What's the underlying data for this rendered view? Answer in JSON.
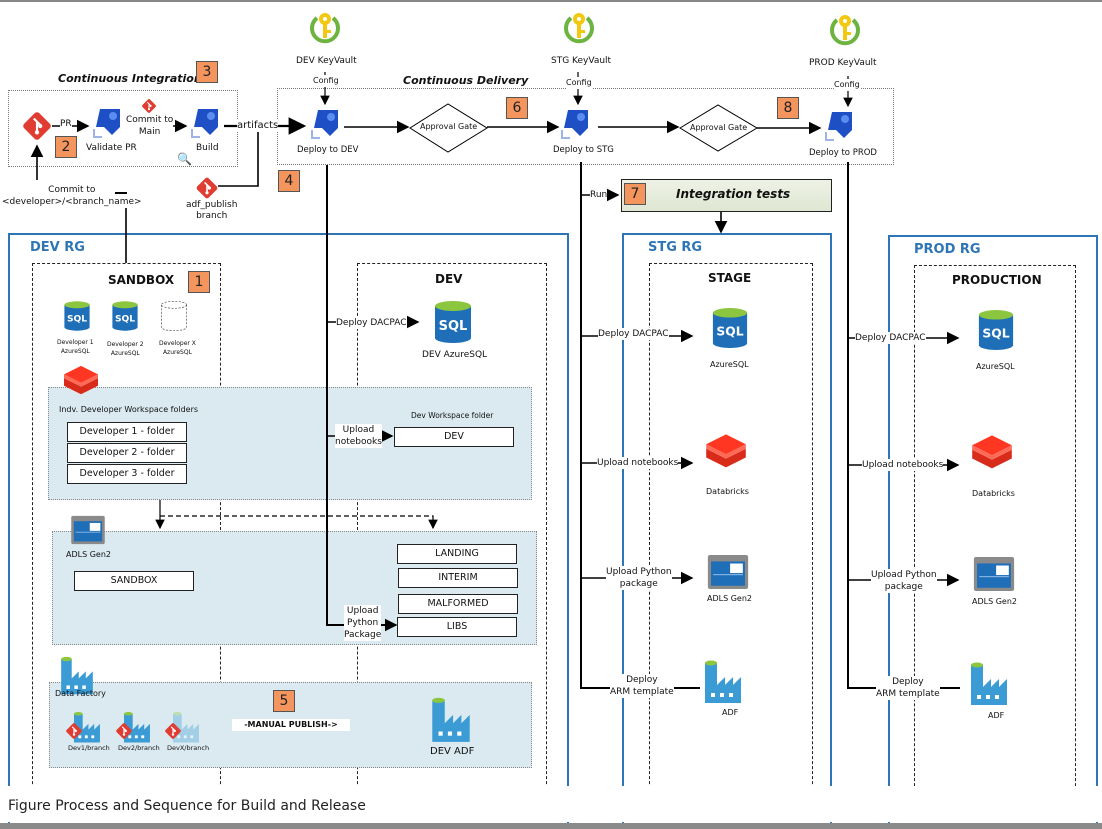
{
  "caption": "Figure Process and Sequence for Build and Release",
  "colors": {
    "badge": "#f4955e",
    "rg_border": "#2e75b6",
    "band": "#dbeaf0",
    "git": "#e03c31",
    "pipeline": "#1f4fc4"
  },
  "ci": {
    "title": "Continuous Integration",
    "pr_label": "PR",
    "validate_pr": "Validate PR",
    "commit_to_main": "Commit to\nMain",
    "build": "Build",
    "artifacts": "artifacts",
    "adf_publish": "adf_publish\nbranch",
    "commit_to_branch": "Commit to\n<developer>/<branch_name>"
  },
  "cd": {
    "title": "Continuous Delivery",
    "config": "Config",
    "approval_gate": "Approval Gate",
    "dev_keyvault": "DEV KeyVault",
    "stg_keyvault": "STG KeyVault",
    "prod_keyvault": "PROD KeyVault",
    "deploy_dev": "Deploy to DEV",
    "deploy_stg": "Deploy to STG",
    "deploy_prod": "Deploy to PROD",
    "run": "Run",
    "integration_tests": "Integration tests"
  },
  "badges": [
    "1",
    "2",
    "3",
    "4",
    "5",
    "6",
    "7",
    "8"
  ],
  "dev_rg": {
    "title": "DEV RG",
    "sandbox": {
      "title": "SANDBOX",
      "sql": [
        "Developer 1\nAzureSQL",
        "Developer 2\nAzureSQL",
        "Developer X\nAzureSQL"
      ],
      "workspace_title": "Indv. Developer Workspace folders",
      "folders": [
        "Developer 1 - folder",
        "Developer 2 - folder",
        "Developer 3 - folder"
      ],
      "adls": "ADLS Gen2",
      "adls_folder": "SANDBOX",
      "data_factory": "Data Factory",
      "branches": [
        "Dev1/branch",
        "Dev2/branch",
        "DevX/branch"
      ],
      "manual_publish": "-MANUAL PUBLISH->"
    },
    "dev": {
      "title": "DEV",
      "sql": "DEV AzureSQL",
      "workspace_title": "Dev Workspace folder",
      "workspace_folder": "DEV",
      "adls_folders": [
        "LANDING",
        "INTERIM",
        "MALFORMED",
        "LIBS"
      ],
      "adf": "DEV ADF"
    },
    "steps": {
      "deploy_dacpac": "Deploy DACPAC",
      "upload_notebooks": "Upload\nnotebooks",
      "upload_python": "Upload\nPython\nPackage"
    }
  },
  "stg_rg": {
    "title": "STG RG",
    "env": "STAGE",
    "steps": [
      "Deploy DACPAC",
      "Upload notebooks",
      "Upload Python\npackage",
      "Deploy\nARM template"
    ],
    "resources": [
      "AzureSQL",
      "Databricks",
      "ADLS Gen2",
      "ADF"
    ]
  },
  "prod_rg": {
    "title": "PROD RG",
    "env": "PRODUCTION",
    "steps": [
      "Deploy DACPAC",
      "Upload notebooks",
      "Upload Python\npackage",
      "Deploy\nARM template"
    ],
    "resources": [
      "AzureSQL",
      "Databricks",
      "ADLS Gen2",
      "ADF"
    ]
  }
}
